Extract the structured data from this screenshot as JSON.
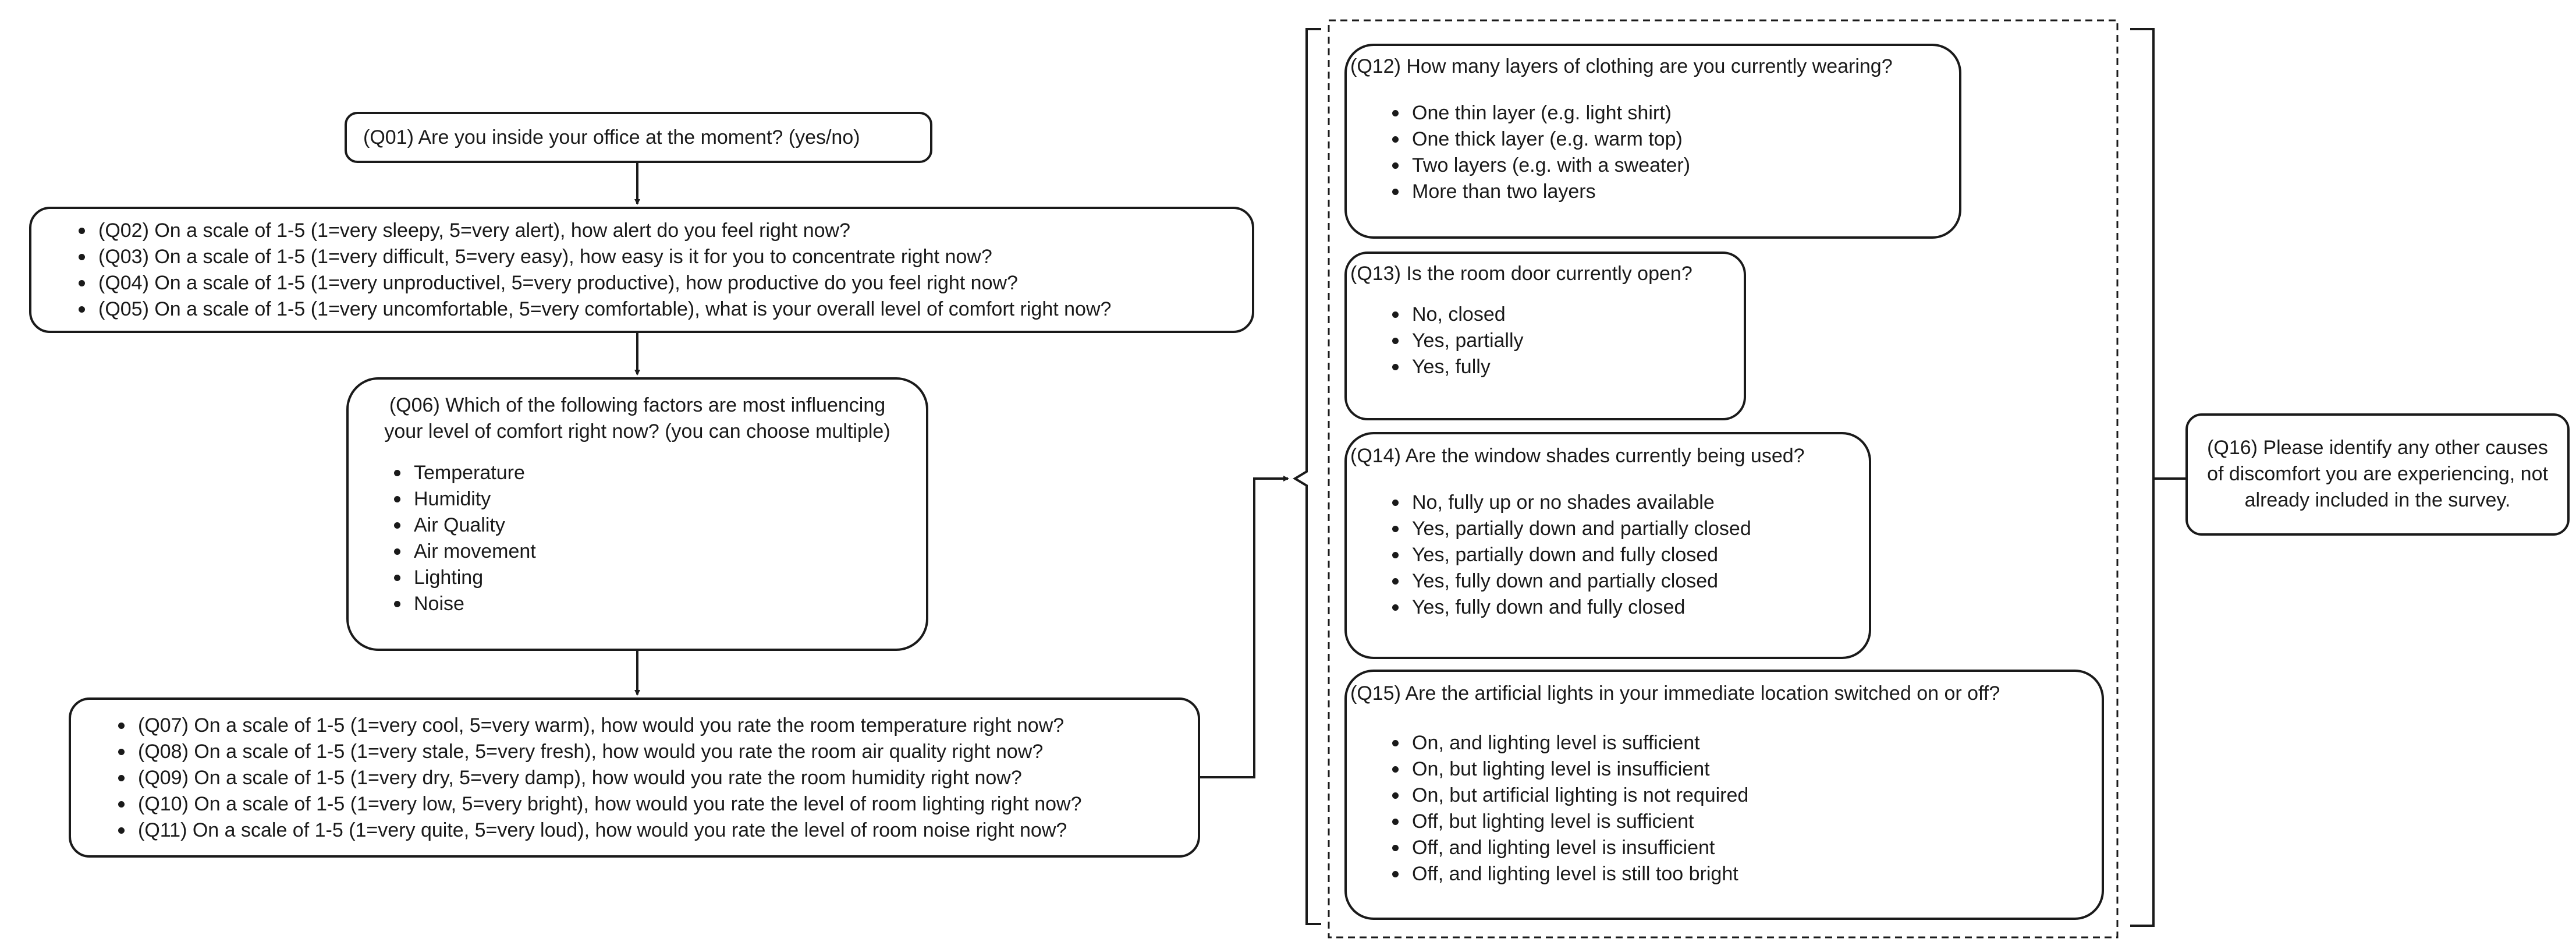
{
  "q01": "(Q01) Are you inside your office at the moment? (yes/no)",
  "group_a": [
    "(Q02) On a scale of 1-5 (1=very sleepy, 5=very alert), how alert do you feel right now?",
    "(Q03) On a scale of 1-5 (1=very difficult, 5=very easy), how easy is it for you to concentrate right now?",
    "(Q04) On a scale of 1-5 (1=very unproductivel, 5=very productive), how productive do you feel right now?",
    "(Q05) On a scale of 1-5 (1=very uncomfortable, 5=very comfortable), what is your overall level of comfort right now?"
  ],
  "q06": {
    "question_line1": "(Q06) Which of the following factors are most influencing",
    "question_line2": "your level of comfort right now? (you can choose multiple)",
    "options": [
      "Temperature",
      "Humidity",
      "Air Quality",
      "Air movement",
      "Lighting",
      "Noise"
    ]
  },
  "group_b": [
    "(Q07) On a scale of 1-5 (1=very cool, 5=very warm), how would you rate the room temperature right now?",
    "(Q08) On a scale of 1-5 (1=very stale, 5=very fresh), how would you rate the room air quality right now?",
    "(Q09) On a scale of 1-5 (1=very dry, 5=very damp), how would you rate the room humidity right now?",
    "(Q10) On a scale of 1-5 (1=very low, 5=very bright), how would you rate the level of room lighting right now?",
    "(Q11) On a scale of 1-5 (1=very quite, 5=very loud), how would you rate the level of room noise right now?"
  ],
  "q12": {
    "question": "(Q12) How many layers of clothing are you currently wearing?",
    "options": [
      "One thin layer (e.g. light shirt)",
      "One thick layer (e.g. warm top)",
      "Two layers (e.g. with a sweater)",
      "More than two layers"
    ]
  },
  "q13": {
    "question": "(Q13) Is the room door currently open?",
    "options": [
      "No, closed",
      "Yes, partially",
      "Yes, fully"
    ]
  },
  "q14": {
    "question": "(Q14) Are the window shades currently being used?",
    "options": [
      "No, fully up or no shades available",
      "Yes, partially down and partially closed",
      "Yes, partially down and fully closed",
      "Yes, fully down and partially closed",
      "Yes, fully down and fully closed"
    ]
  },
  "q15": {
    "question": "(Q15) Are the artificial lights in your immediate location switched on or off?",
    "options": [
      "On, and lighting level is sufficient",
      "On, but lighting level is insufficient",
      "On, but artificial lighting is not required",
      "Off, but lighting level is sufficient",
      "Off, and lighting level is insufficient",
      "Off, and lighting level is still too bright"
    ]
  },
  "q16": {
    "line1": "(Q16) Please identify any other causes",
    "line2": "of discomfort you are experiencing, not",
    "line3": "already included in the survey."
  }
}
